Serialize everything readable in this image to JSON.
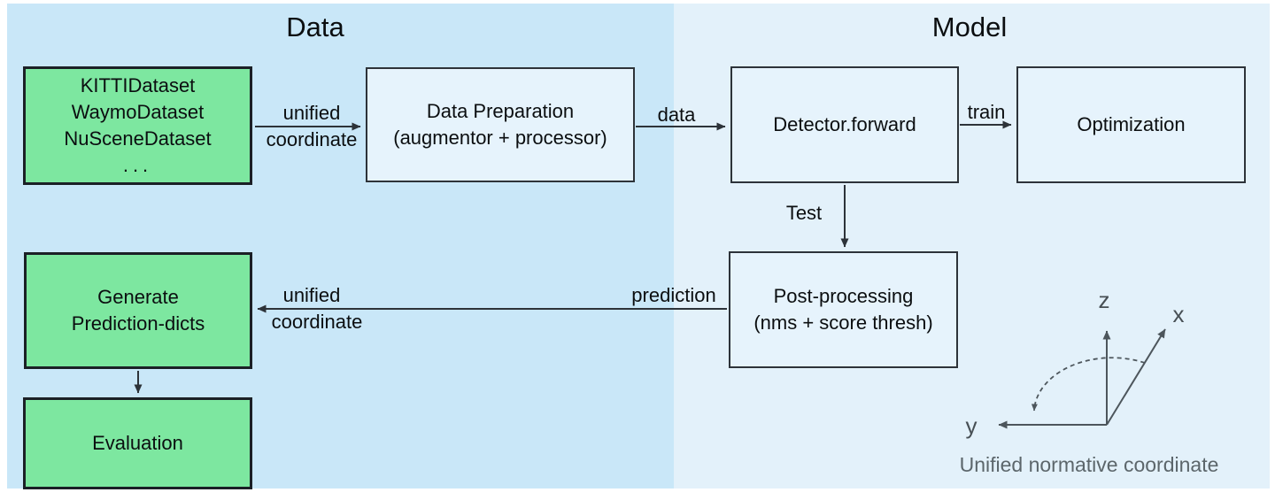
{
  "titles": {
    "data": "Data",
    "model": "Model"
  },
  "boxes": {
    "datasets": {
      "lines": [
        "KITTIDataset",
        "WaymoDataset",
        "NuSceneDataset",
        "..."
      ]
    },
    "data_preparation": {
      "lines": [
        "Data Preparation",
        "(augmentor + processor)"
      ]
    },
    "detector": {
      "lines": [
        "Detector.forward"
      ]
    },
    "optimization": {
      "lines": [
        "Optimization"
      ]
    },
    "post_processing": {
      "lines": [
        "Post-processing",
        "(nms + score thresh)"
      ]
    },
    "generate_prediction": {
      "lines": [
        "Generate",
        "Prediction-dicts"
      ]
    },
    "evaluation": {
      "lines": [
        "Evaluation"
      ]
    }
  },
  "edge_labels": {
    "unified_top_line1": "unified",
    "unified_top_line2": "coordinate",
    "data": "data",
    "train": "train",
    "test": "Test",
    "prediction": "prediction",
    "unified_bottom_line1": "unified",
    "unified_bottom_line2": "coordinate"
  },
  "coordinate_axes": {
    "z": "z",
    "x": "x",
    "y": "y",
    "caption": "Unified normative coordinate"
  },
  "colors": {
    "data_section_bg": "#c9e7f8",
    "model_section_bg": "#e3f1fa",
    "green_box_fill": "#7de7a0",
    "light_box_fill": "#e6f3fc",
    "box_border": "#1b2026",
    "arrow": "#2d3339",
    "axes_gray": "#4d565c",
    "caption_gray": "#5c666b"
  }
}
